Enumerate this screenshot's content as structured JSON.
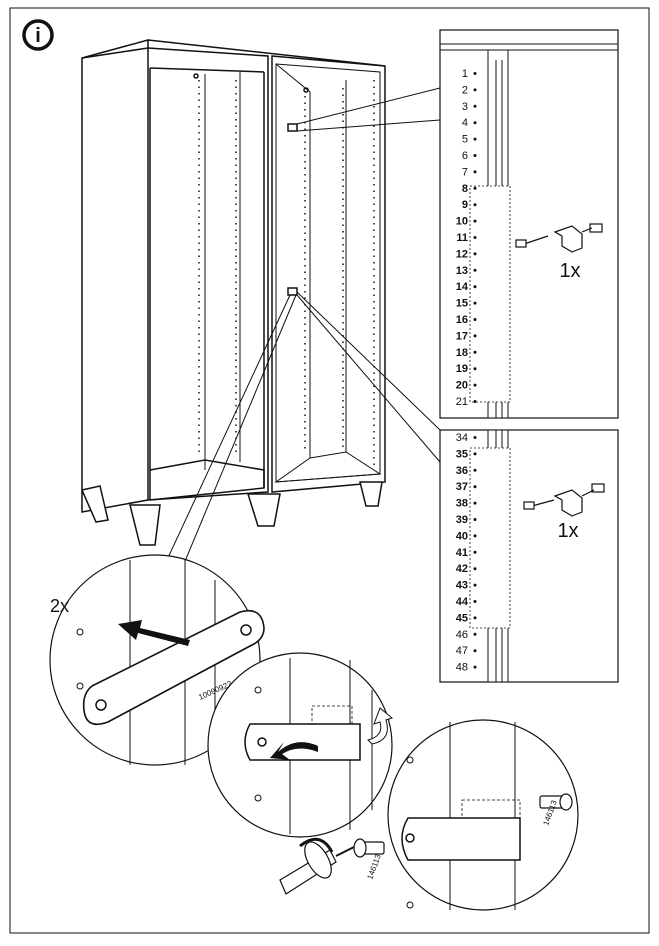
{
  "info_icon": {
    "glyph": "i",
    "icon": "info-icon"
  },
  "quantities": {
    "top_bracket": "1x",
    "bottom_bracket": "1x",
    "plate": "2x"
  },
  "part_numbers": {
    "plate": "10090922",
    "screw_a": "146113",
    "screw_b": "146113"
  },
  "hole_column_top": {
    "plain": [
      "1",
      "2",
      "3",
      "4",
      "5",
      "6",
      "7"
    ],
    "bold": [
      "8",
      "9",
      "10",
      "11",
      "12",
      "13",
      "14",
      "15",
      "16",
      "17",
      "18",
      "19",
      "20"
    ],
    "after": [
      "21"
    ]
  },
  "hole_column_bottom": {
    "before": [
      "34"
    ],
    "bold": [
      "35",
      "36",
      "37",
      "38",
      "39",
      "40",
      "41",
      "42",
      "43",
      "44",
      "45"
    ],
    "after": [
      "46",
      "47",
      "48"
    ]
  },
  "colors": {
    "ink": "#111111",
    "grey": "#d0d0d0",
    "paper": "#ffffff"
  }
}
